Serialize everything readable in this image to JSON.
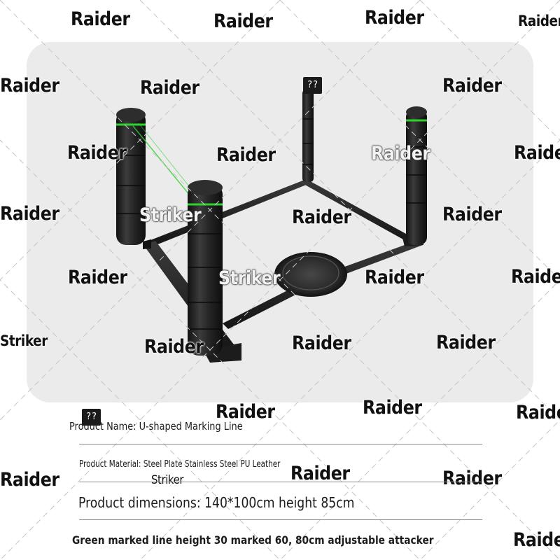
{
  "watermarks": {
    "primary": "Raider",
    "secondary": "Striker"
  },
  "placeholder_glyph": "??",
  "product_info": {
    "name_line": "Product Name: U-shaped Marking Line",
    "material_line": "Product Material: Steel Plate Stainless Steel PU Leather",
    "dimensions_line": "Product dimensions: 140*100cm height 85cm",
    "note_line": "Green marked line height 30 marked 60, 80cm adjustable attacker"
  },
  "colors": {
    "panel_background": "#ebebeb",
    "frame_black": "#1f1f1f",
    "marking_green": "#2fd12f",
    "text_dark": "#1c1c1c"
  }
}
